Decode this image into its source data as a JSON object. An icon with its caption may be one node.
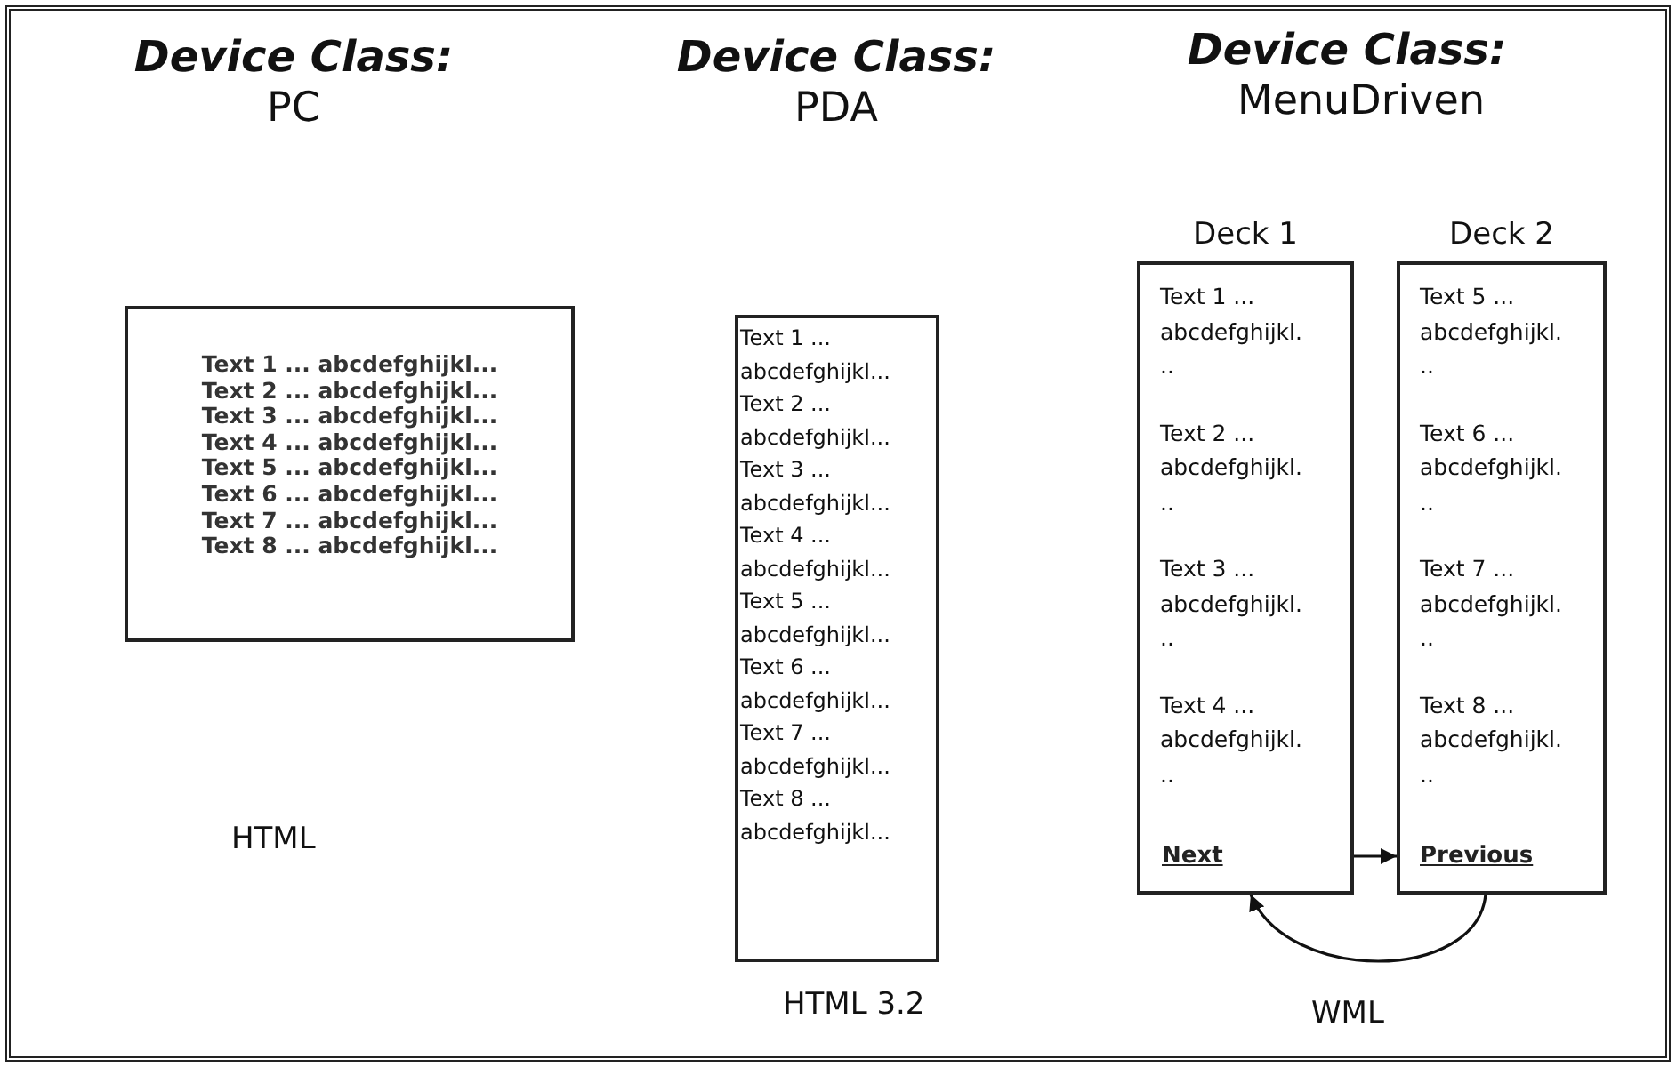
{
  "diagram": {
    "nodes": [
      {
        "text": [
          "Text 1 ... abcdefghijkl...",
          "Text 2 ... abcdefghijkl...",
          "Text 3 ... abcdefghijkl...",
          "Text 4 ... abcdefghijkl...",
          "Text 5 ... abcdefghijkl...",
          "Text 6 ... abcdefghijkl...",
          "Text 7 ... abcdefghijkl...",
          "Text 8 ... abcdefghijkl..."
        ]
      },
      {
        "text": [
          "Text 1 ... abcdefghijkl...",
          "Text 2 ... abcdefghijkl...",
          "Text 3 ... abcdefghijkl...",
          "Text 4 ... abcdefghijkl...",
          "Text 5 ... abcdefghijkl...",
          "Text 6 ... abcdefghijkl...",
          "Text 7 ... abcdefghijkl...",
          "Text 8 ... abcdefghijkl..."
        ]
      },
      {
        "text": [
          "Deck 1",
          "Text 1 ... abcdefghijkl...",
          "Text 2 ... abcdefghijkl...",
          "Text 3 ... abcdefghijkl...",
          "Text 4 ... abcdefghijkl..."
        ]
      },
      {
        "text": [
          "Next"
        ],
        "in": 2
      },
      {
        "text": [
          "Deck 2",
          "Text 5 ... abcdefghijkl...",
          "Text 6 ... abcdefghijkl...",
          "Text 7 ... abcdefghijkl...",
          "Text 8 ... abcdefghijkl..."
        ]
      },
      {
        "text": [
          "Previous"
        ],
        "in": 4
      }
    ],
    "edges": [
      {
        "from": 3,
        "to": 4,
        "arrow": "to"
      },
      {
        "from": 4,
        "to": 2,
        "arrow": "to"
      }
    ],
    "labels": [
      "Device Class:",
      "PC",
      "Device Class:",
      "PDA",
      "Device Class:",
      "MenuDriven",
      "HTML",
      "HTML 3.2",
      "WML"
    ]
  }
}
